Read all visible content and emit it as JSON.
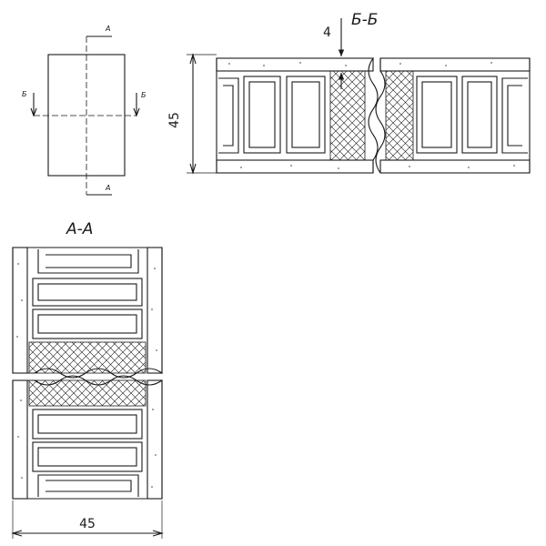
{
  "drawing": {
    "plan_view": {
      "cut_aa_label_top": "А",
      "cut_aa_label_bottom": "А",
      "cut_bb_label_left": "Б",
      "cut_bb_label_right": "Б"
    },
    "section_bb": {
      "title": "Б-Б",
      "dim_height": "45",
      "dim_face": "4"
    },
    "section_aa": {
      "title": "А-А",
      "dim_width": "45"
    },
    "colors": {
      "line": "#1a1a1a",
      "background": "#ffffff",
      "hatch": "#1a1a1a"
    }
  }
}
